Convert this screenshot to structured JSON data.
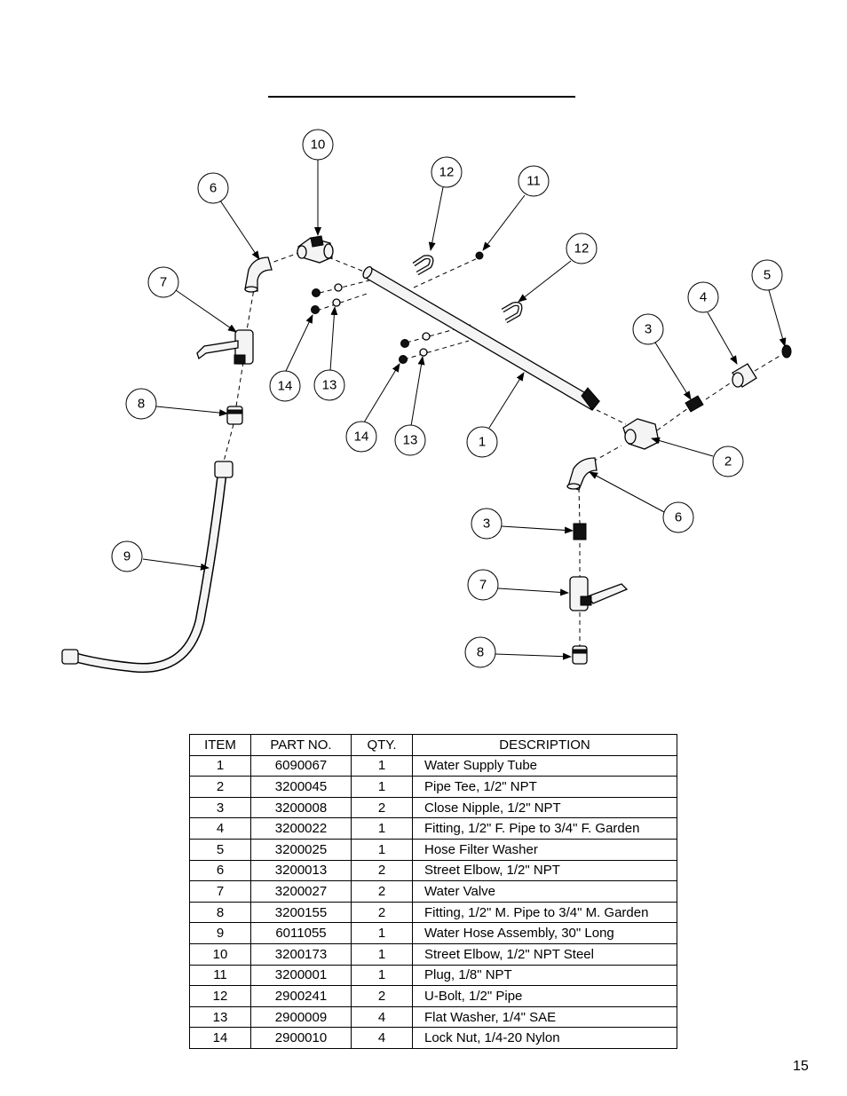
{
  "callouts": {
    "c1": "1",
    "c2": "2",
    "c3a": "3",
    "c3b": "3",
    "c4": "4",
    "c5": "5",
    "c6a": "6",
    "c6b": "6",
    "c7a": "7",
    "c7b": "7",
    "c8a": "8",
    "c8b": "8",
    "c9": "9",
    "c10": "10",
    "c11": "11",
    "c12a": "12",
    "c12b": "12",
    "c13a": "13",
    "c13b": "13",
    "c14a": "14",
    "c14b": "14"
  },
  "table": {
    "headers": {
      "item": "ITEM",
      "part_no": "PART NO.",
      "qty": "QTY.",
      "description": "DESCRIPTION"
    },
    "rows": [
      {
        "item": "1",
        "part_no": "6090067",
        "qty": "1",
        "description": "Water Supply Tube"
      },
      {
        "item": "2",
        "part_no": "3200045",
        "qty": "1",
        "description": "Pipe Tee, 1/2\" NPT"
      },
      {
        "item": "3",
        "part_no": "3200008",
        "qty": "2",
        "description": "Close Nipple, 1/2\" NPT"
      },
      {
        "item": "4",
        "part_no": "3200022",
        "qty": "1",
        "description": "Fitting, 1/2\" F. Pipe to 3/4\" F. Garden"
      },
      {
        "item": "5",
        "part_no": "3200025",
        "qty": "1",
        "description": "Hose Filter Washer"
      },
      {
        "item": "6",
        "part_no": "3200013",
        "qty": "2",
        "description": "Street Elbow, 1/2\" NPT"
      },
      {
        "item": "7",
        "part_no": "3200027",
        "qty": "2",
        "description": "Water Valve"
      },
      {
        "item": "8",
        "part_no": "3200155",
        "qty": "2",
        "description": "Fitting, 1/2\" M. Pipe to 3/4\" M. Garden"
      },
      {
        "item": "9",
        "part_no": "6011055",
        "qty": "1",
        "description": "Water Hose Assembly, 30\" Long"
      },
      {
        "item": "10",
        "part_no": "3200173",
        "qty": "1",
        "description": "Street Elbow, 1/2\" NPT Steel"
      },
      {
        "item": "11",
        "part_no": "3200001",
        "qty": "1",
        "description": "Plug, 1/8\" NPT"
      },
      {
        "item": "12",
        "part_no": "2900241",
        "qty": "2",
        "description": "U-Bolt, 1/2\" Pipe"
      },
      {
        "item": "13",
        "part_no": "2900009",
        "qty": "4",
        "description": "Flat Washer, 1/4\" SAE"
      },
      {
        "item": "14",
        "part_no": "2900010",
        "qty": "4",
        "description": "Lock Nut, 1/4-20 Nylon"
      }
    ]
  },
  "page_number": "15"
}
